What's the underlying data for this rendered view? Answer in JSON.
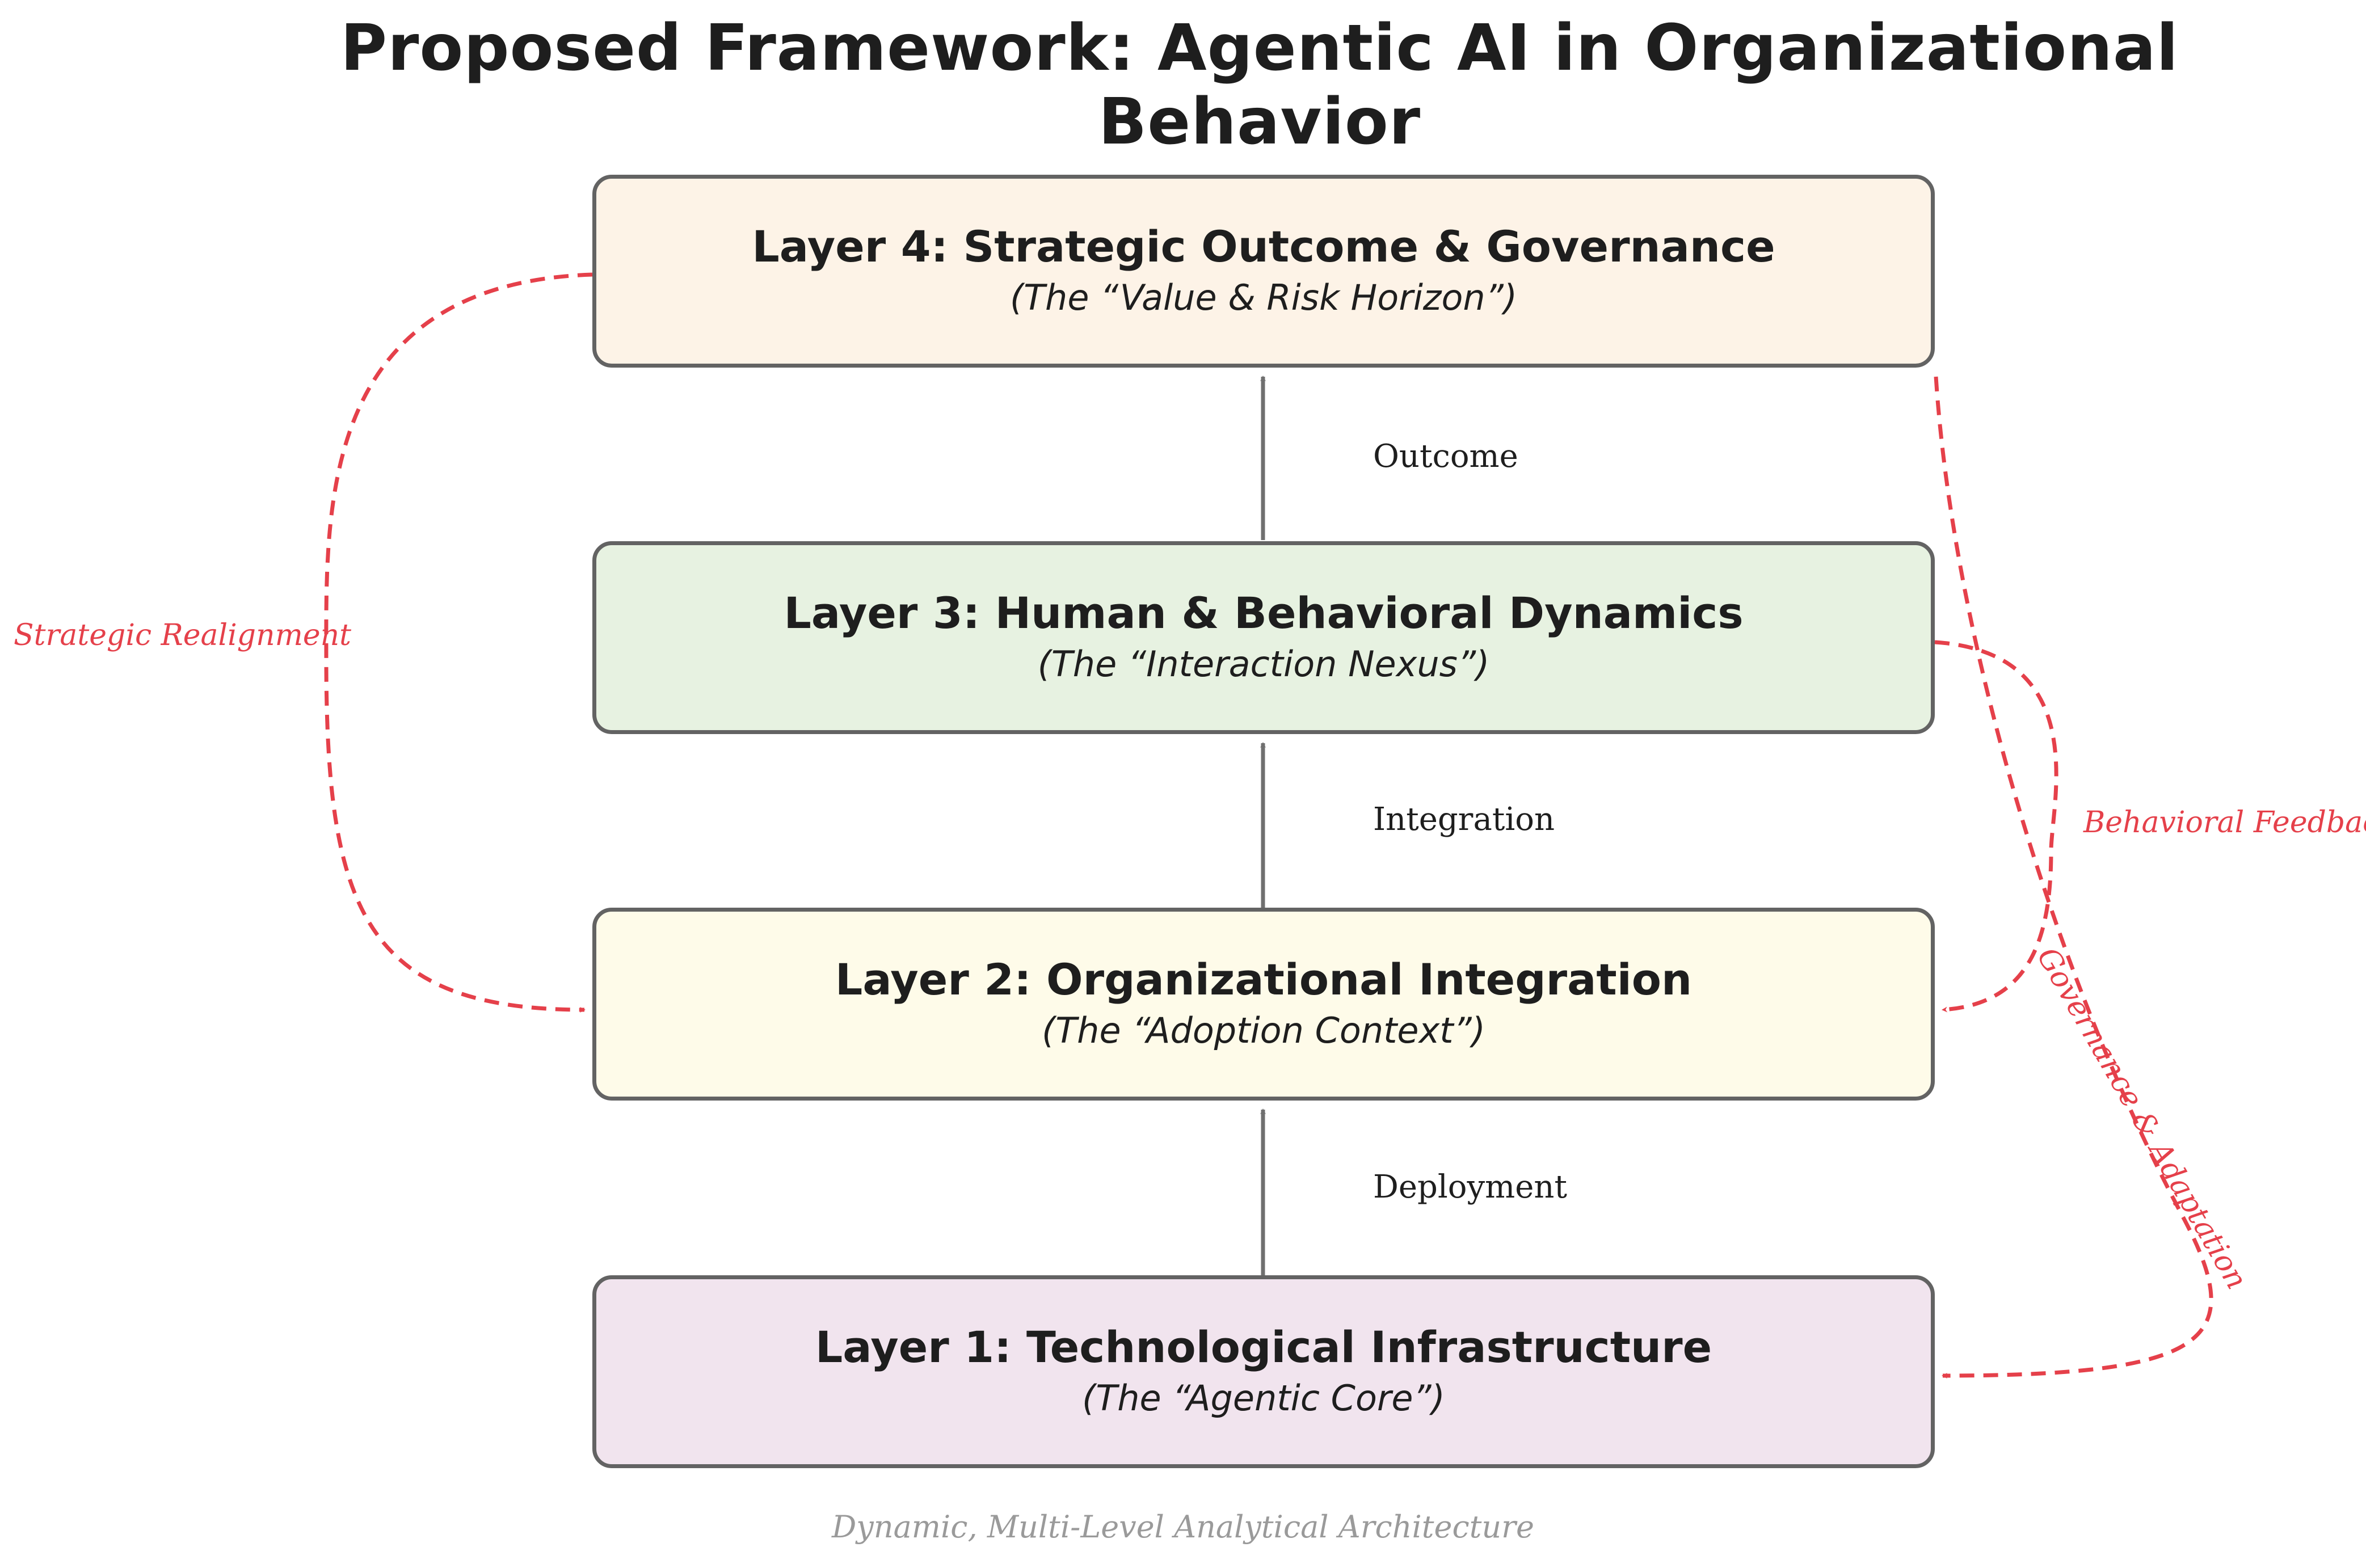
{
  "title": "Proposed Framework: Agentic AI in Organizational Behavior",
  "layers": [
    {
      "name": "Layer 4: Strategic Outcome & Governance",
      "subtitle": "(The “Value & Risk Horizon”)",
      "color": "#fdf3e7"
    },
    {
      "name": "Layer 3: Human & Behavioral Dynamics",
      "subtitle": "(The “Interaction Nexus”)",
      "color": "#e7f2e1"
    },
    {
      "name": "Layer 2: Organizational Integration",
      "subtitle": "(The “Adoption Context”)",
      "color": "#fefbe9"
    },
    {
      "name": "Layer 1: Technological Infrastructure",
      "subtitle": "(The “Agentic Core”)",
      "color": "#f1e4ee"
    }
  ],
  "edges": {
    "deployment": "Deployment",
    "integration": "Integration",
    "outcome": "Outcome"
  },
  "feedback": {
    "strategic_realignment": "Strategic Realignment",
    "behavioral_feedback": "Behavioral Feedback",
    "governance_adaptation": "Governance & Adaptation",
    "color": "#e5404a"
  },
  "caption": "Dynamic, Multi-Level Analytical Architecture"
}
